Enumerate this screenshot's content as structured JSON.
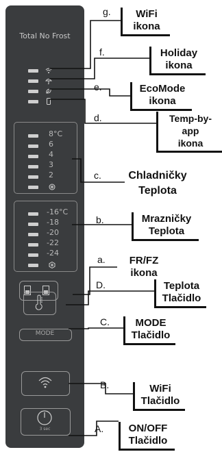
{
  "panel": {
    "title": "Total No Frost",
    "fridge_temps": [
      "8°C",
      "6",
      "4",
      "3",
      "2"
    ],
    "freezer_temps": [
      "-16°C",
      "-18",
      "-20",
      "-22",
      "-24"
    ],
    "mode_button_label": "MODE",
    "power_button_sub": "3 sec"
  },
  "labels": {
    "g": {
      "letter": "g.",
      "text_line1": "WiFi",
      "text_line2": "ikona"
    },
    "f": {
      "letter": "f.",
      "text_line1": "Holiday",
      "text_line2": "ikona"
    },
    "e": {
      "letter": "e.",
      "text_line1": "EcoMode",
      "text_line2": "ikona"
    },
    "d": {
      "letter": "d.",
      "text_line1": "Temp-by-app",
      "text_line2": "ikona"
    },
    "c": {
      "letter": "c.",
      "text_line1": "Chladničky",
      "text_line2": "Teplota"
    },
    "b": {
      "letter": "b.",
      "text_line1": "Mrazničky",
      "text_line2": "Teplota"
    },
    "a": {
      "letter": "a.",
      "text_line1": "FR/FZ",
      "text_line2": "ikona"
    },
    "D": {
      "letter": "D.",
      "text_line1": "Teplota",
      "text_line2": "Tlačidlo"
    },
    "C": {
      "letter": "C.",
      "text_line1": "MODE",
      "text_line2": "Tlačidlo"
    },
    "B": {
      "letter": "B.",
      "text_line1": "WiFi",
      "text_line2": "Tlačidlo"
    },
    "A": {
      "letter": "A.",
      "text_line1": "ON/OFF",
      "text_line2": "Tlačidlo"
    }
  }
}
